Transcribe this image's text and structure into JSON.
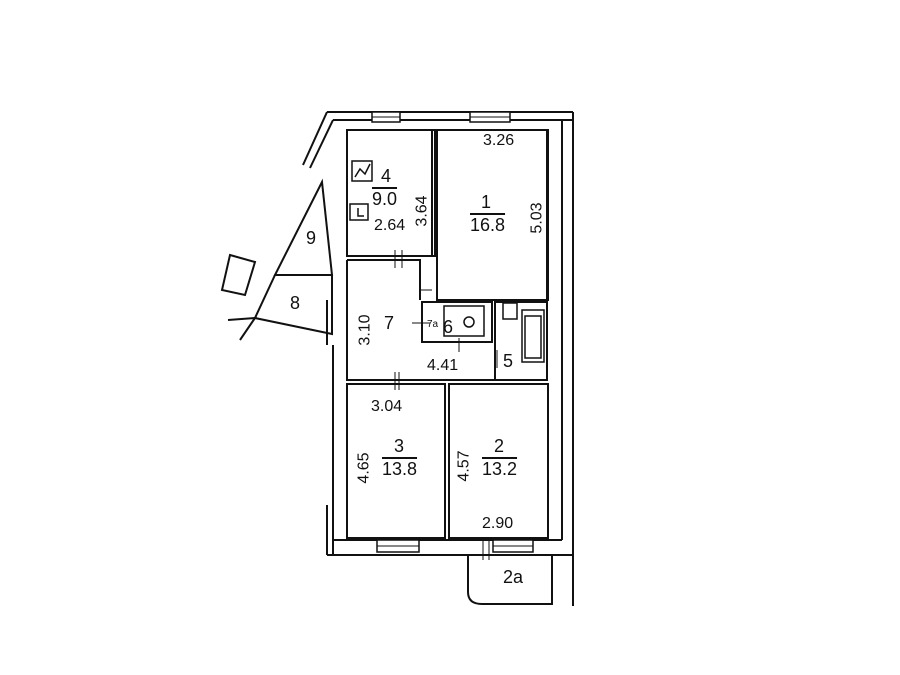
{
  "rooms": {
    "r1": {
      "number": "1",
      "area": "16.8",
      "dim_top": "3.26",
      "dim_side": "5.03"
    },
    "r2": {
      "number": "2",
      "area": "13.2",
      "dim_bottom": "2.90",
      "dim_side": "4.57"
    },
    "r2a": {
      "number": "2a"
    },
    "r3": {
      "number": "3",
      "area": "13.8",
      "dim_top": "3.04",
      "dim_side": "4.65"
    },
    "r4": {
      "number": "4",
      "area": "9.0",
      "dim_bottom": "2.64",
      "dim_side": "3.64"
    },
    "r5": {
      "number": "5"
    },
    "r6": {
      "number": "6"
    },
    "r7": {
      "number": "7",
      "dim_side": "3.10",
      "dim_bottom": "4.41"
    },
    "r7a": {
      "number": "7a"
    },
    "r8": {
      "number": "8"
    },
    "r9": {
      "number": "9"
    }
  }
}
